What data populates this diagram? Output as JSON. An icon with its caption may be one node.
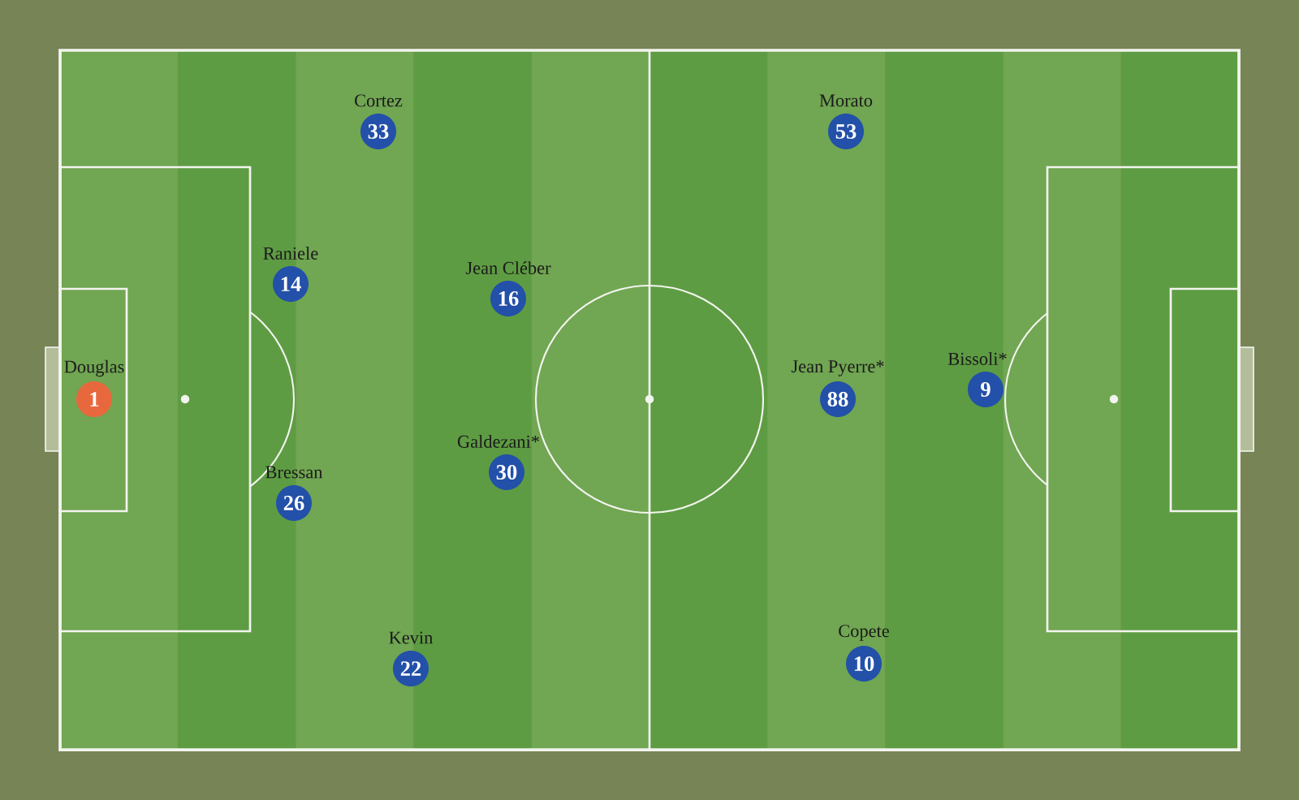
{
  "diagram": {
    "nodes": [
      {
        "text": [
          "Cortez",
          "33"
        ]
      },
      {
        "text": [
          "Morato",
          "53"
        ]
      },
      {
        "text": [
          "Raniele",
          "14"
        ]
      },
      {
        "text": [
          "Jean Cléber",
          "16"
        ]
      },
      {
        "text": [
          "Bissoli*",
          "9"
        ]
      },
      {
        "text": [
          "Douglas",
          "1"
        ]
      },
      {
        "text": [
          "Jean Pyerre*",
          "88"
        ]
      },
      {
        "text": [
          "Galdezani*",
          "30"
        ]
      },
      {
        "text": [
          "Bressan",
          "26"
        ]
      },
      {
        "text": [
          "Copete",
          "10"
        ]
      },
      {
        "text": [
          "Kevin",
          "22"
        ]
      }
    ]
  }
}
